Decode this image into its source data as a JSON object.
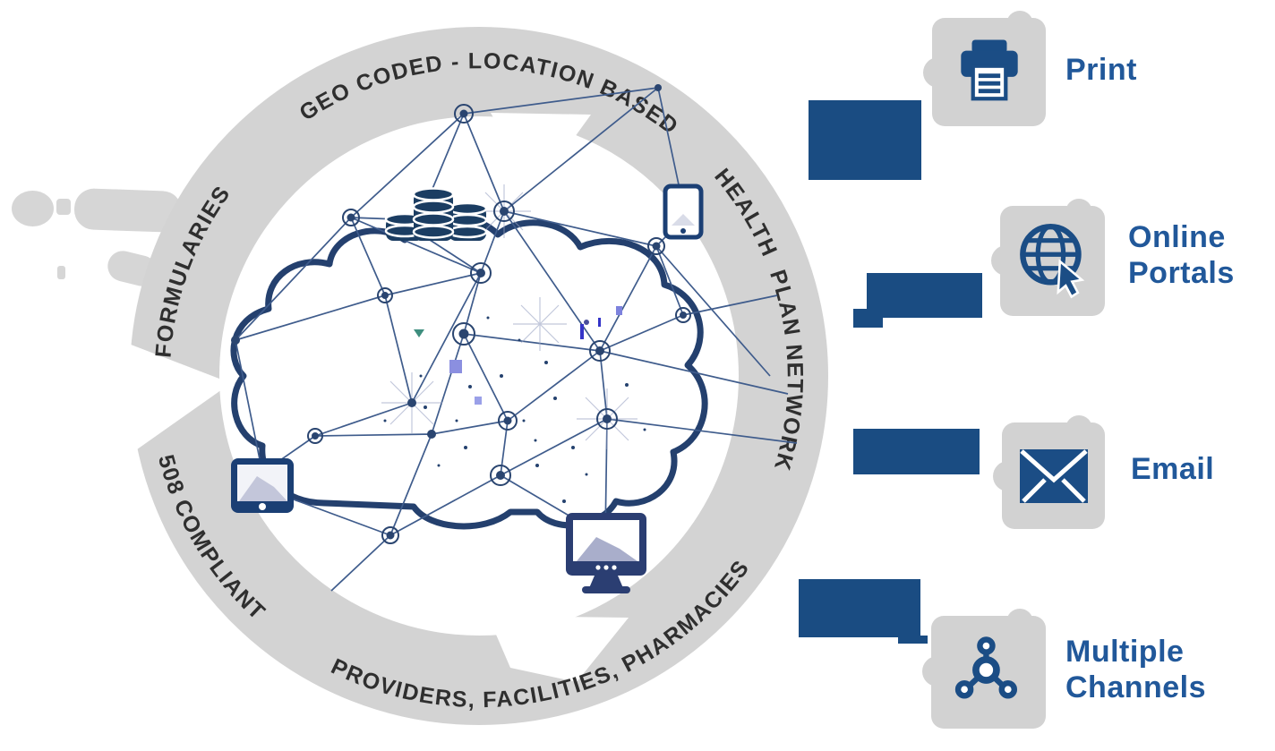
{
  "diagram": {
    "ring": {
      "top_label": "GEO CODED - LOCATION BASED",
      "upper_left_label": "FORMULARIES",
      "right_label": "HEALTH  PLAN NETWORK",
      "lower_left_label": "508 COMPLIANT",
      "bottom_label": "PROVIDERS, FACILITIES, PHARMACIES"
    },
    "illustration": "cloud-network",
    "center_icons": [
      "database-icon",
      "smartphone-icon",
      "tablet-icon",
      "monitor-icon"
    ]
  },
  "channels": [
    {
      "icon": "printer-icon",
      "label": "Print"
    },
    {
      "icon": "web-portal-icon",
      "label": "Online\nPortals"
    },
    {
      "icon": "email-icon",
      "label": "Email"
    },
    {
      "icon": "share-network-icon",
      "label": "Multiple\nChannels"
    }
  ],
  "colors": {
    "accent_navy": "#1b4d85",
    "label_blue": "#21589a",
    "ring_gray": "#d3d3d3",
    "ring_text": "#2f2f2f",
    "illustration_navy": "#24406e"
  }
}
